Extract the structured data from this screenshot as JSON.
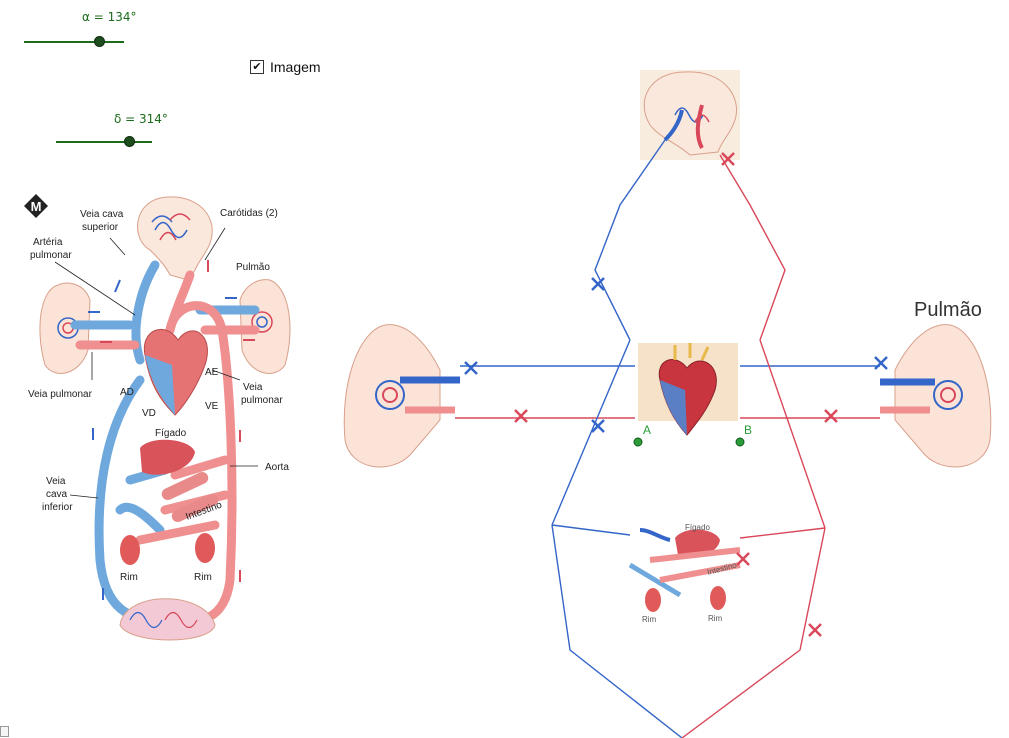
{
  "sliders": [
    {
      "id": "alpha",
      "label": "α = 134°",
      "fraction": 0.75
    },
    {
      "id": "delta",
      "label": "δ = 314°",
      "fraction": 0.73
    }
  ],
  "checkbox": {
    "label": "Imagem",
    "checked": true,
    "mark": "✔"
  },
  "diagram": {
    "labels": {
      "veia_cava_superior": [
        "Veia cava",
        "superior"
      ],
      "carotidas": "Carótidas (2)",
      "arteria_pulmonar": [
        "Artéria",
        "pulmonar"
      ],
      "pulmao": "Pulmão",
      "ae": "AE",
      "veia_pulmonar_right": [
        "Veia",
        "pulmonar"
      ],
      "veia_pulmonar_left": "Veia pulmonar",
      "ad": "AD",
      "vd": "VD",
      "ve": "VE",
      "figado": "Fígado",
      "aorta": "Aorta",
      "veia_cava_inferior": [
        "Veia",
        "cava",
        "inferior"
      ],
      "intestino": "Intestino",
      "rim_left": "Rim",
      "rim_right": "Rim"
    },
    "logo_letter": "M"
  },
  "model": {
    "pulmao_title": "Pulmão",
    "point_a": "A",
    "point_b": "B",
    "small_figado": "Fígado",
    "small_intestino": "Intestino",
    "small_rim_left": "Rim",
    "small_rim_right": "Rim"
  },
  "colors": {
    "vein_blue": "#3465c8",
    "artery_red": "#d9485a",
    "slider_green": "#1c6b1c",
    "point_green": "#2a9d3a"
  }
}
